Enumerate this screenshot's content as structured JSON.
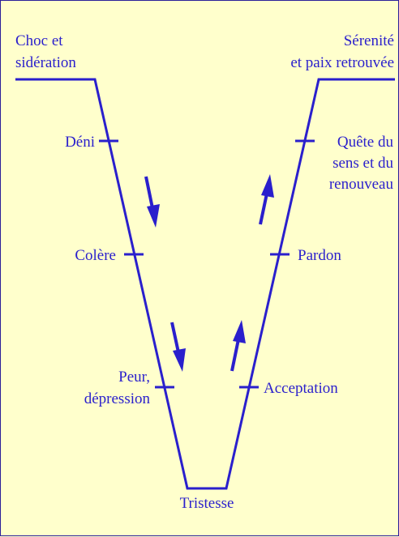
{
  "colors": {
    "background": "#ffffcc",
    "ink": "#2a1fcc",
    "border": "#2a1f99"
  },
  "labels": {
    "choc_line1": "Choc et",
    "choc_line2": "sidération",
    "serenite_line1": "Sérenité",
    "serenite_line2": "et paix retrouvée",
    "deni": "Déni",
    "colere": "Colère",
    "peur_line1": "Peur,",
    "peur_line2": "dépression",
    "tristesse": "Tristesse",
    "acceptation": "Acceptation",
    "pardon": "Pardon",
    "quete_line1": "Quête du",
    "quete_line2": "sens et du",
    "quete_line3": "renouveau"
  }
}
